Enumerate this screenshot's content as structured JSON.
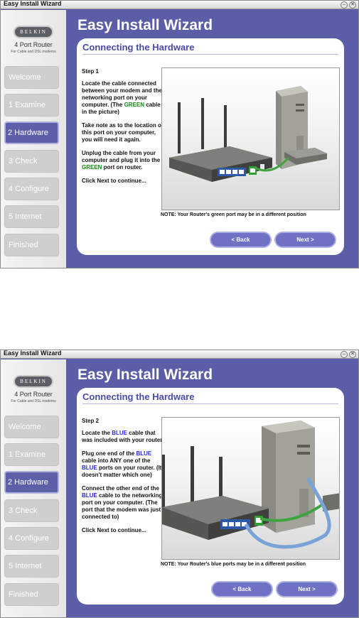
{
  "colors": {
    "frame_blue": "#5b5ea6",
    "title_blue": "#4a4aa8",
    "green_highlight": "#138a13",
    "blue_highlight": "#2a2ae0",
    "button_blue": "#6f71c4"
  },
  "screens": [
    {
      "window_title": "Easy Install Wizard",
      "logo_text": "BELKIN",
      "product_name": "4 Port Router",
      "product_sub": "For Cable and DSL modems",
      "nav": [
        "Welcome",
        "1 Examine",
        "2 Hardware",
        "3 Check",
        "4 Configure",
        "5 Internet",
        "Finished"
      ],
      "active_nav": "2 Hardware",
      "header": "Easy Install Wizard",
      "panel_title": "Connecting the Hardware",
      "step_label": "Step 1",
      "p1": {
        "a": "Locate the cable connected between your modem and the networking port on your computer. (The ",
        "b": "GREEN",
        "c": " cable in the picture)"
      },
      "p2": "Take note as to the location of this port on your computer, you will need it again.",
      "p3": {
        "a": "Unplug the cable from your computer and plug it into the ",
        "b": "GREEN",
        "c": " port on router."
      },
      "continue": "Click Next to continue...",
      "note": "NOTE: Your Router's green port may be in a different position",
      "back_label": "< Back",
      "next_label": "Next >"
    },
    {
      "window_title": "Easy Install Wizard",
      "logo_text": "BELKIN",
      "product_name": "4 Port Router",
      "product_sub": "For Cable and DSL modems",
      "nav": [
        "Welcome",
        "1 Examine",
        "2 Hardware",
        "3 Check",
        "4 Configure",
        "5 Internet",
        "Finished"
      ],
      "active_nav": "2 Hardware",
      "header": "Easy Install Wizard",
      "panel_title": "Connecting the Hardware",
      "step_label": "Step 2",
      "p1": {
        "a": "Locate the ",
        "b": "BLUE",
        "c": " cable that was included with your router."
      },
      "p2": {
        "a": "Plug one end of the ",
        "b": "BLUE",
        "c": " cable into ANY one of the ",
        "d": "BLUE",
        "e": " ports on your router. (It doesn't matter which one)"
      },
      "p3": {
        "a": "Connect the other end of the ",
        "b": "BLUE",
        "c": " cable to the networking port on your computer. (The port that the modem was just connected to)"
      },
      "continue": "Click Next to continue...",
      "note": "NOTE: Your Router's blue ports may be in a different position",
      "back_label": "< Back",
      "next_label": "Next >"
    }
  ]
}
